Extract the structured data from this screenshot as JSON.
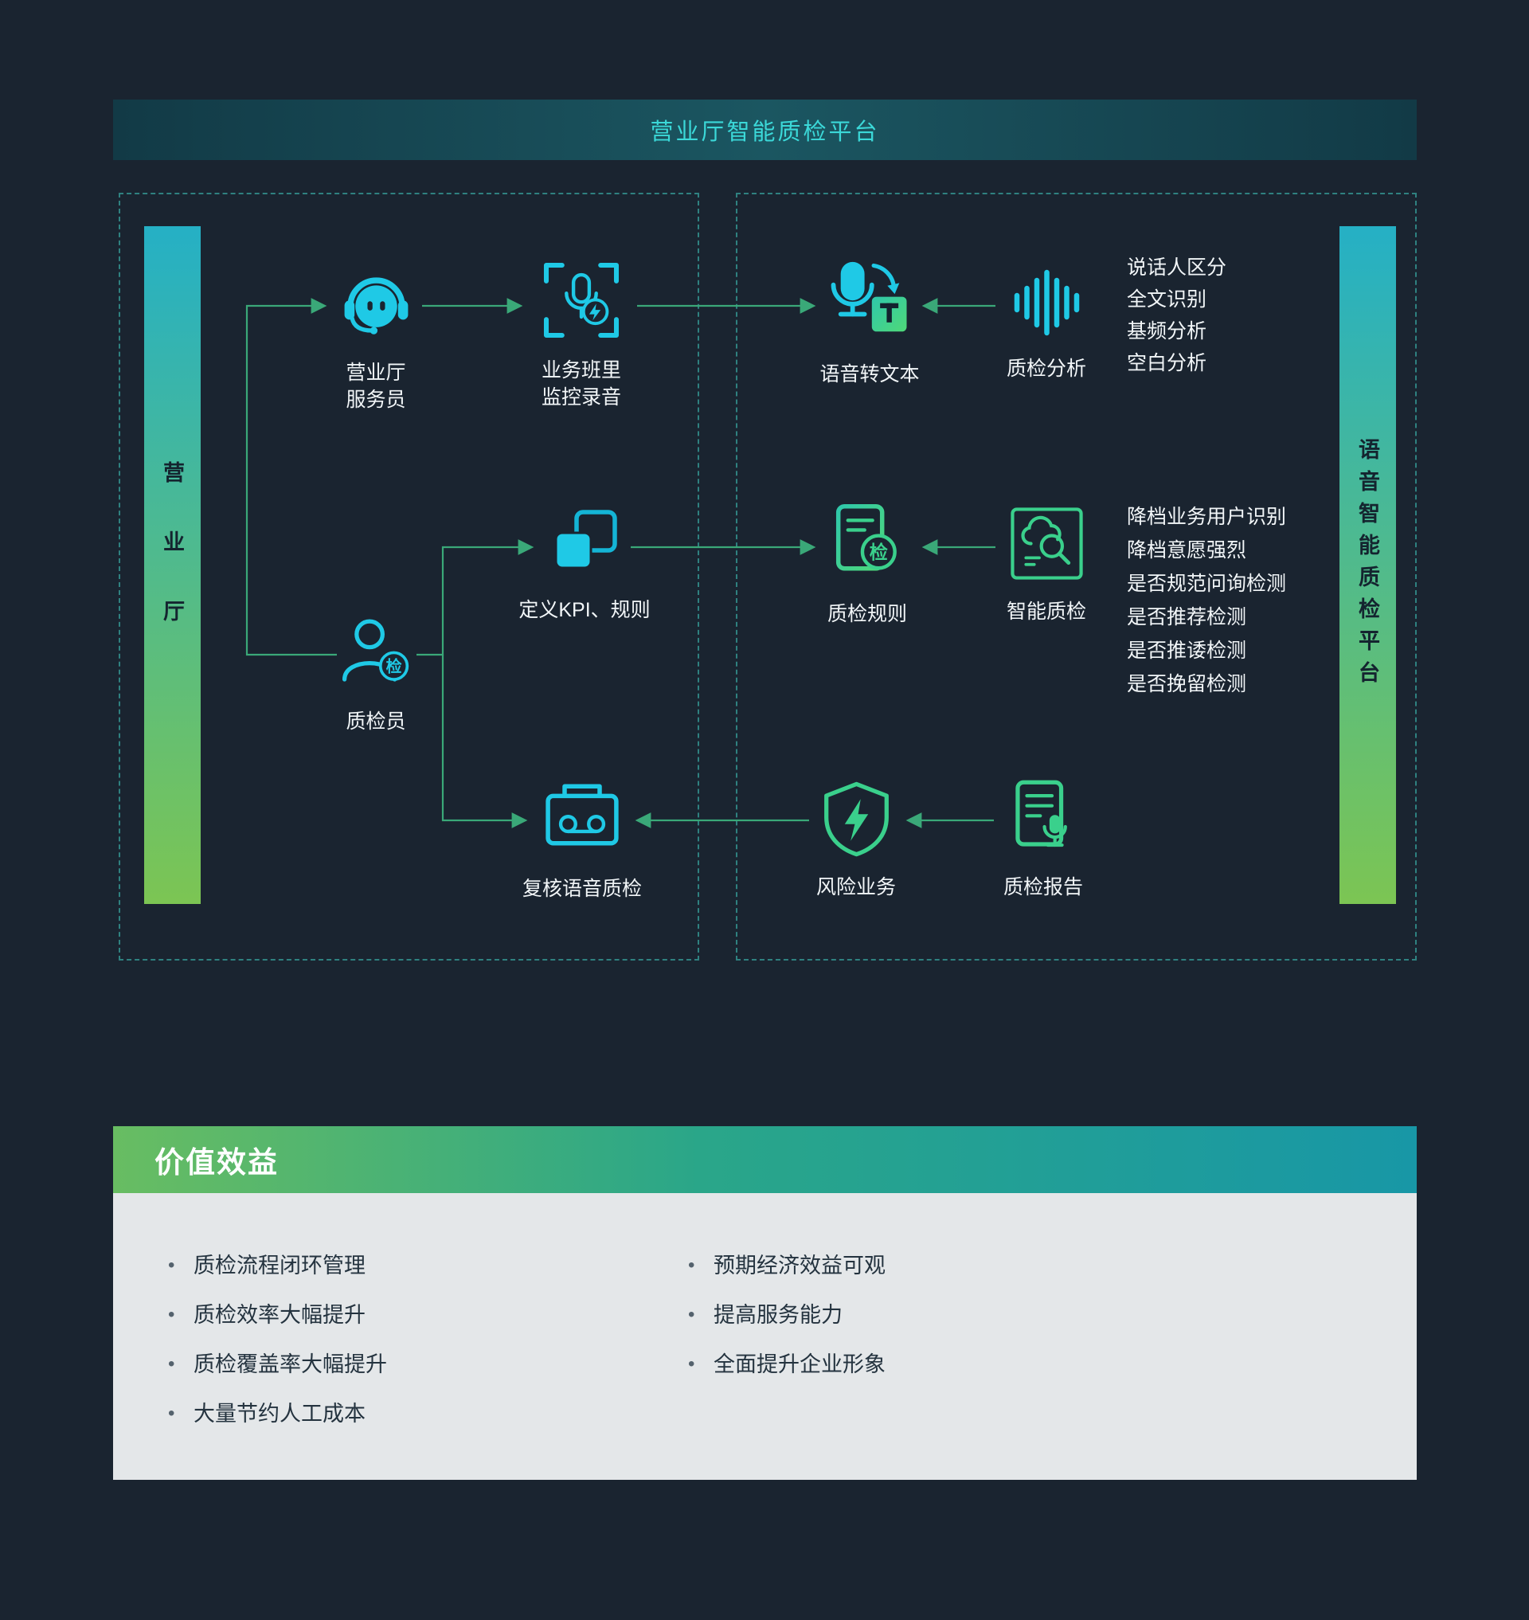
{
  "banner": {
    "title": "营业厅智能质检平台"
  },
  "rails": {
    "left": "营业厅",
    "right": "语音智能质检平台"
  },
  "nodes": {
    "agent": {
      "line1": "营业厅",
      "line2": "服务员"
    },
    "monitor": {
      "line1": "业务班里",
      "line2": "监控录音"
    },
    "speech_to_text": {
      "label": "语音转文本"
    },
    "qc_analysis": {
      "label": "质检分析"
    },
    "define_kpi": {
      "label": "定义KPI、规则"
    },
    "inspector": {
      "label": "质检员"
    },
    "qc_rules": {
      "label": "质检规则"
    },
    "smart_qc": {
      "label": "智能质检"
    },
    "review": {
      "label": "复核语音质检"
    },
    "risk": {
      "label": "风险业务"
    },
    "report": {
      "label": "质检报告"
    }
  },
  "qc_analysis_items": [
    "说话人区分",
    "全文识别",
    "基频分析",
    "空白分析"
  ],
  "smart_qc_items": [
    "降档业务用户识别",
    "降档意愿强烈",
    "是否规范问询检测",
    "是否推荐检测",
    "是否推诿检测",
    "是否挽留检测"
  ],
  "badges": {
    "check": "检",
    "t": "T"
  },
  "icons": {
    "agent": "headset-person",
    "monitor": "mic-in-focus-brackets",
    "speech_to_text": "mic-to-text",
    "qc_analysis": "audio-waveform",
    "define_kpi": "overlapping-squares",
    "inspector": "person-with-check-badge",
    "qc_rules": "document-with-check-badge",
    "smart_qc": "cloud-magnifier",
    "review": "voice-recorder",
    "risk": "shield-lightning",
    "report": "document-with-mic"
  },
  "benefits": {
    "title": "价值效益",
    "left": [
      "质检流程闭环管理",
      "质检效率大幅提升",
      "质检覆盖率大幅提升",
      "大量节约人工成本"
    ],
    "right": [
      "预期经济效益可观",
      "提高服务能力",
      "全面提升企业形象"
    ]
  },
  "colors": {
    "cyan": "#1fc9e6",
    "green": "#3ad08c",
    "arrow": "#3aa878",
    "background": "#1a2430"
  }
}
